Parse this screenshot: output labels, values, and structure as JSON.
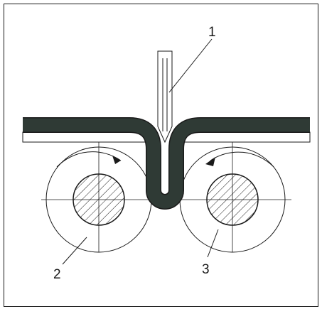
{
  "diagram": {
    "labels": {
      "knife": "1",
      "left_roller": "2",
      "right_roller": "3"
    },
    "colors": {
      "line": "#1a1a1a",
      "strip": "#2f3a35",
      "hatch": "#1a1a1a",
      "background": "#ffffff"
    }
  }
}
